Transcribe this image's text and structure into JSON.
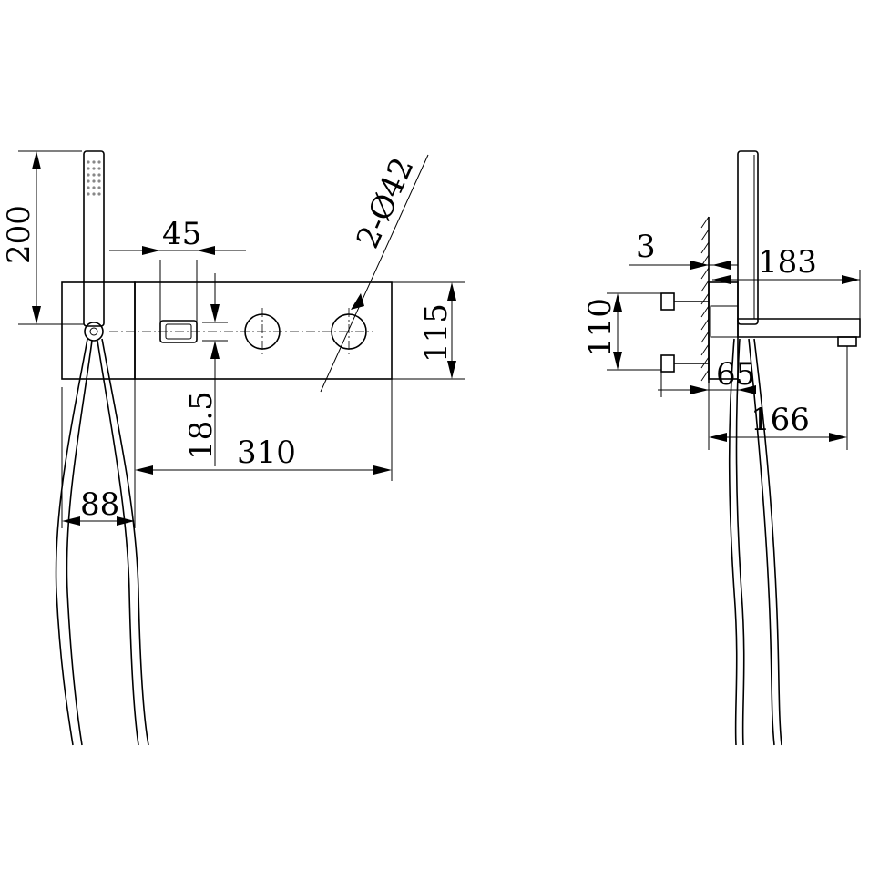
{
  "dimensions": {
    "handset_height": "200",
    "handle_offset": "45",
    "hole_spec": "2-Ø42",
    "plate_height": "115",
    "handle_center_offset": "18.5",
    "plate_length": "310",
    "holder_width": "88",
    "wall_gap": "3",
    "spout_projection": "183",
    "body_height": "110",
    "body_depth": "65",
    "spout_reach": "166"
  }
}
